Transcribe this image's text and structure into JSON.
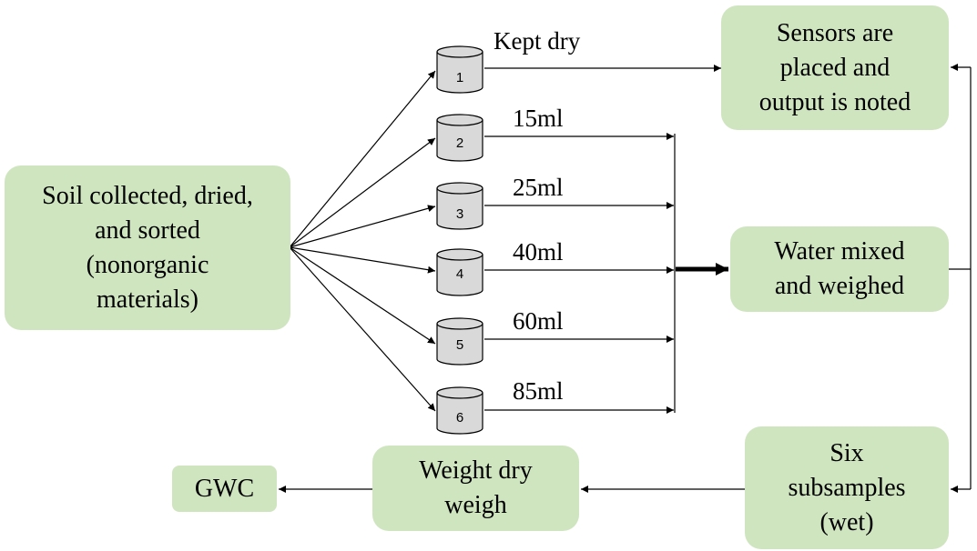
{
  "boxes": {
    "soil": "Soil collected, dried,\nand sorted\n(nonorganic\nmaterials)",
    "sensors": "Sensors are\nplaced and\noutput is noted",
    "water": "Water mixed\nand weighed",
    "six": "Six\nsubsamples\n(wet)",
    "weight": "Weight dry\nweigh",
    "gwc": "GWC"
  },
  "containers": [
    {
      "number": "1",
      "label": "Kept dry"
    },
    {
      "number": "2",
      "label": "15ml"
    },
    {
      "number": "3",
      "label": "25ml"
    },
    {
      "number": "4",
      "label": "40ml"
    },
    {
      "number": "5",
      "label": "60ml"
    },
    {
      "number": "6",
      "label": "85ml"
    }
  ],
  "colors": {
    "box_fill": "#cfe5bf",
    "container_fill": "#d9d9d9",
    "line": "#000000"
  }
}
